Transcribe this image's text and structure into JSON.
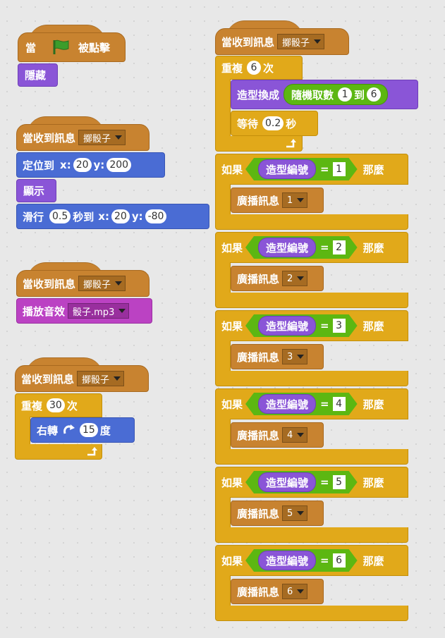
{
  "script_flag": {
    "when_label": "當",
    "flag_clicked_label": "被點擊",
    "hide_label": "隱藏"
  },
  "script_move": {
    "receive_label": "當收到訊息",
    "message": "擲骰子",
    "goto_label": "定位到",
    "goto_x_label": "x:",
    "goto_x": "20",
    "goto_y_label": "y:",
    "goto_y": "200",
    "show_label": "顯示",
    "glide_label": "滑行",
    "glide_secs": "0.5",
    "glide_mid_label": "秒到",
    "glide_x_label": "x:",
    "glide_x": "20",
    "glide_y_label": "y:",
    "glide_y": "-80"
  },
  "script_sound": {
    "receive_label": "當收到訊息",
    "message": "擲骰子",
    "play_label": "播放音效",
    "sound": "骰子.mp3"
  },
  "script_turn": {
    "receive_label": "當收到訊息",
    "message": "擲骰子",
    "repeat_label": "重複",
    "repeat_count": "30",
    "repeat_suffix": "次",
    "turn_label": "右轉",
    "turn_degrees": "15",
    "turn_suffix": "度"
  },
  "script_main": {
    "receive_label": "當收到訊息",
    "message": "擲骰子",
    "repeat_label": "重複",
    "repeat_count": "6",
    "repeat_suffix": "次",
    "switch_label": "造型換成",
    "random_label": "隨機取數",
    "random_from": "1",
    "random_to_label": "到",
    "random_to": "6",
    "wait_label": "等待",
    "wait_secs": "0.2",
    "wait_suffix": "秒",
    "if_label": "如果",
    "then_label": "那麼",
    "costume_label": "造型編號",
    "eq_label": "=",
    "broadcast_label": "廣播訊息",
    "conditions": [
      {
        "value": "1",
        "broadcast": "1"
      },
      {
        "value": "2",
        "broadcast": "2"
      },
      {
        "value": "3",
        "broadcast": "3"
      },
      {
        "value": "4",
        "broadcast": "4"
      },
      {
        "value": "5",
        "broadcast": "5"
      },
      {
        "value": "6",
        "broadcast": "6"
      }
    ]
  },
  "colors": {
    "events": "#c88330",
    "control": "#e1a91a",
    "looks": "#8a55d7",
    "motion": "#4a6cd4",
    "sound": "#bb42c3",
    "operators": "#5cb712",
    "flag": "#3c9d2b"
  },
  "icons": {
    "flag": "green-flag-icon",
    "turn": "turn-right-icon",
    "loop": "loop-arrow-icon",
    "dropdown": "dropdown-arrow-icon"
  }
}
